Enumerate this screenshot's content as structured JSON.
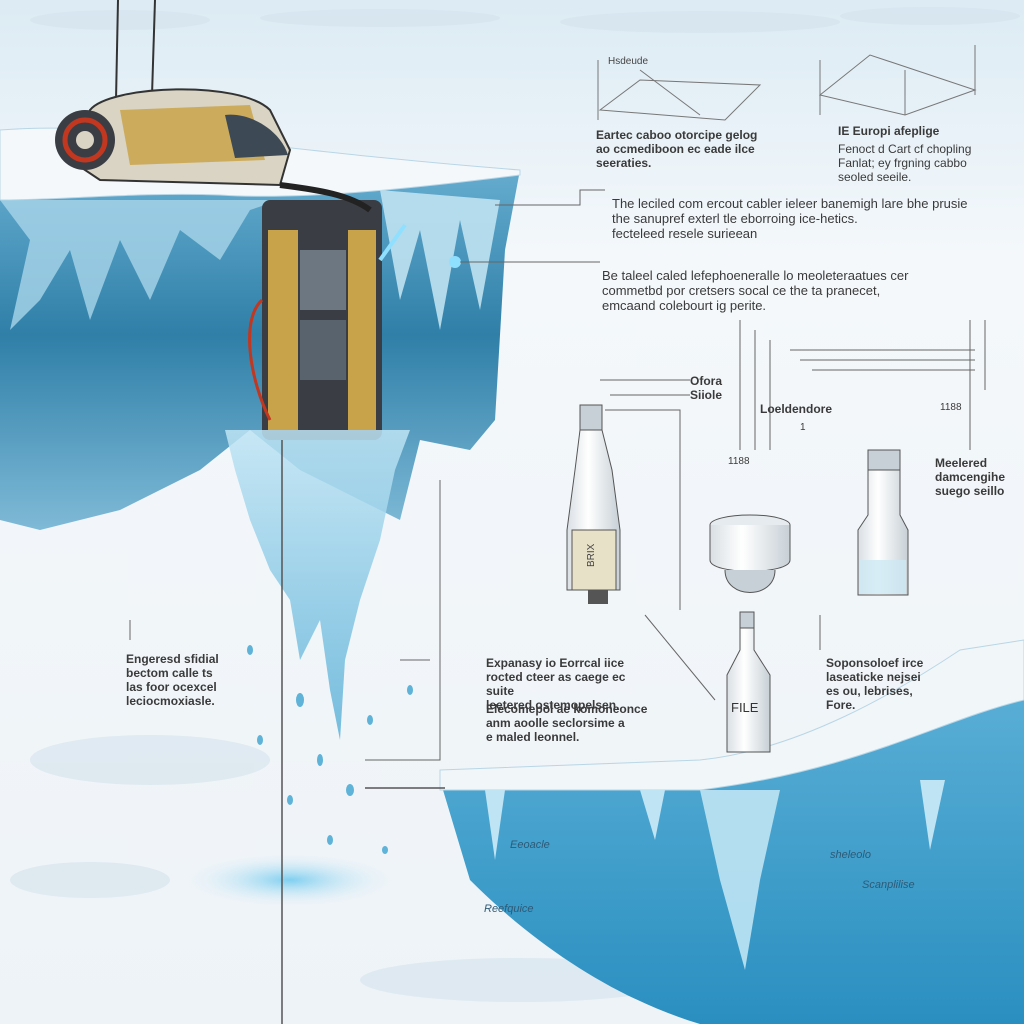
{
  "colors": {
    "ice_top": "#f4f8fb",
    "ice_wall": "#7fbfdc",
    "ice_deep": "#2f7fa8",
    "water": "#4fa8d0",
    "rover_body": "#d9d4c4",
    "rover_gold": "#c9a34a",
    "rover_red": "#c2371f",
    "line": "#555555"
  },
  "labels": {
    "top_left_fig": "Hsdeude",
    "fig1_caption": "Eartec caboo otorcipe gelog\nao ccmediboon ec eade ilce\nseeraties.",
    "fig2_title": "IE Europi afeplige",
    "fig2_caption": "Fenoct d Cart cf chopling\nFanlat; ey frgning cabbo\nseoled seeile.",
    "callout_cable": "The leciled com ercout cabler ieleer banemigh lare bhe prusie\nthe sanupref exterl tle eborroing ice-hetics.\nfecteleed resele surieean",
    "callout_probe": "Be taleel caled lefephoeneralle lo meoleteraatues cer\ncommetbd por cretsers socal ce the ta pranecet,\nemcaand colebourt ig perite.",
    "vial_a": "Ofora\nSiiole",
    "vial_b": "Loeldendore",
    "vial_c": "Meelered\ndamcengihe\nsuego seillo",
    "num_1": "1188",
    "num_2": "1188",
    "num_3": "1",
    "vial_tag": "FILE",
    "left_note": "Engeresd sfidial\nbectom calle ts\nlas foor ocexcel\nleciocmoxiasle.",
    "mid_note_1": "Expanasy io Eorrcal iice\nrocted cteer as caege ec suite\nleetered ostemopelsen.",
    "mid_note_2": "Elecomepol ae komoneonce\nanm aoolle seclorsime a\ne maled leonnel.",
    "right_note": "Soponsoloef irce\nlaseaticke nejsei\nes ou, lebrises,\nFore.",
    "water_1": "Eeoacle",
    "water_2": "Reefquice",
    "water_3": "sheleolo",
    "water_4": "Scanplilise"
  }
}
